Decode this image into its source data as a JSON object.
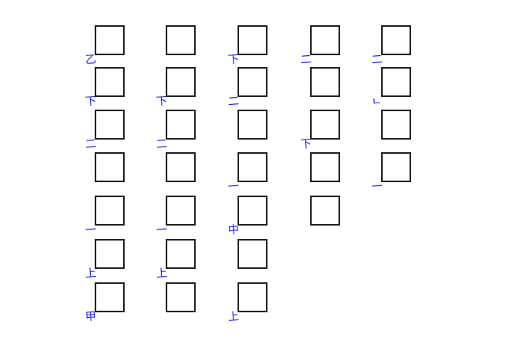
{
  "accent_color": "#1a1ae6",
  "columns": [
    {
      "boxes": [
        {
          "label": "乙"
        },
        {
          "label": "下"
        },
        {
          "label": "二"
        },
        {
          "label": ""
        },
        {
          "label": "一"
        },
        {
          "label": "上"
        },
        {
          "label": "甲"
        }
      ]
    },
    {
      "boxes": [
        {
          "label": ""
        },
        {
          "label": "下"
        },
        {
          "label": "二"
        },
        {
          "label": ""
        },
        {
          "label": "一"
        },
        {
          "label": "上"
        },
        {
          "label": ""
        }
      ]
    },
    {
      "boxes": [
        {
          "label": "下"
        },
        {
          "label": "二"
        },
        {
          "label": ""
        },
        {
          "label": "一"
        },
        {
          "label": "中"
        },
        {
          "label": ""
        },
        {
          "label": "上"
        }
      ]
    },
    {
      "boxes": [
        {
          "label": "二"
        },
        {
          "label": ""
        },
        {
          "label": "下"
        },
        {
          "label": ""
        },
        {
          "label": ""
        }
      ]
    },
    {
      "boxes": [
        {
          "label": "二"
        },
        {
          "label": "ㄴ"
        },
        {
          "label": ""
        },
        {
          "label": "一"
        }
      ]
    }
  ]
}
